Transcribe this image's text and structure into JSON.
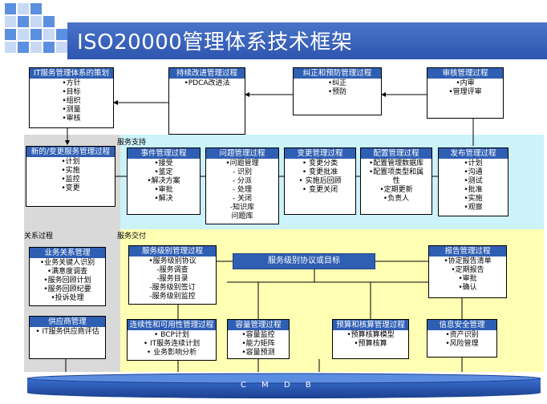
{
  "title": "ISO20000管理体系技术框架",
  "zones": {
    "support": "服务支持",
    "relation": "关系过程",
    "delivery": "服务交付"
  },
  "top_boxes": [
    {
      "title": "IT服务管理体系的策划",
      "items": [
        "•方针",
        "•目标",
        "•组织",
        "•测量",
        "•审核"
      ]
    },
    {
      "title": "持续改进管理过程",
      "items": [
        "•PDCA改进法"
      ]
    },
    {
      "title": "纠正和预防管理过程",
      "items": [
        "•纠正",
        "•预防"
      ]
    },
    {
      "title": "审核管理过程",
      "items": [
        "•内审",
        "•管理评审"
      ]
    }
  ],
  "change_box": {
    "title": "新的/变更服务管理过程",
    "items": [
      "•计划",
      "•实施",
      "•监控",
      "•变更"
    ]
  },
  "support_boxes": [
    {
      "title": "事件管理过程",
      "items": [
        "•接受",
        "•鉴定",
        "•解决方案",
        "•审批",
        "•解决"
      ]
    },
    {
      "title": "问题管理过程",
      "items": [
        "•问题管理",
        "- 识别",
        "- 分派",
        "- 处理",
        "- 关闭",
        "-知识库",
        "问题库"
      ]
    },
    {
      "title": "变更管理过程",
      "items": [
        "• 变更分类",
        "• 变更批准",
        "• 实施后回顾",
        "• 变更关闭"
      ]
    },
    {
      "title": "配置管理过程",
      "items": [
        "•配置管理数据库",
        "•配置项类型和属",
        "性",
        "•定期更新",
        "•负责人"
      ]
    },
    {
      "title": "发布管理过程",
      "items": [
        "•计划",
        "•沟通",
        "•测试",
        "•批准",
        "•实施",
        "•观察"
      ]
    }
  ],
  "relation_boxes": [
    {
      "title": "业务关系管理",
      "items": [
        "•业务关键人识别",
        "•满意度调查",
        "•服务回顾计划",
        "•服务回顾纪要",
        "•投诉处理"
      ]
    },
    {
      "title": "供应商管理",
      "items": [
        "• IT服务供应商评估"
      ]
    }
  ],
  "delivery_boxes": {
    "sla": {
      "title": "服务级别管理过程",
      "items": [
        "•服务级别协议",
        "-服务调查",
        "-服务目录",
        "-服务级别签订",
        "-服务级别监控"
      ]
    },
    "center": "服务级别协议或目标",
    "report": {
      "title": "报告管理过程",
      "items": [
        "•协定报告清单",
        "•定期报告",
        "•审批",
        "•确认"
      ]
    },
    "continuity": {
      "title": "连续性和可用性管理过程",
      "items": [
        "• BCP计划",
        "• IT服务连续计划",
        "• 业务影响分析"
      ]
    },
    "capacity": {
      "title": "容量管理过程",
      "items": [
        "•容量监控",
        "•能力矩阵",
        "•容量预测"
      ]
    },
    "budget": {
      "title": "预算和核算管理过程",
      "items": [
        "•预算核算模型",
        "•预算核算"
      ]
    },
    "security": {
      "title": "信息安全管理",
      "items": [
        "•资产识别",
        "•风险管理"
      ]
    }
  },
  "cmdb": "C M D B",
  "colors": {
    "band": "#2f5fb3",
    "support_zone": "#ccf2fa",
    "delivery_zone": "#ffffb3",
    "relation_zone": "#d9d9d9"
  }
}
